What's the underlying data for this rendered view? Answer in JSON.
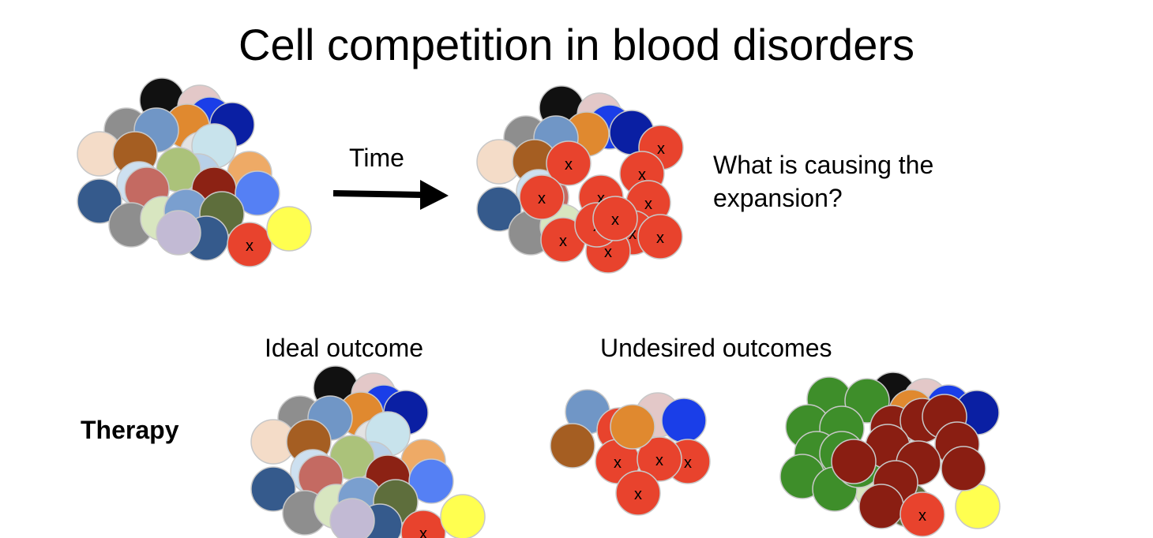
{
  "title": "Cell competition in blood disorders",
  "time_label": "Time",
  "question_lines": [
    "What is causing the",
    "expansion?"
  ],
  "ideal_label": "Ideal outcome",
  "undesired_label": "Undesired outcomes",
  "therapy_label": "Therapy",
  "mark": "x",
  "colors": {
    "mutant": "#e8432d",
    "green": "#3e8e2a",
    "maroon": "#8a1e12",
    "cell_stroke": "#c8c8c8"
  }
}
